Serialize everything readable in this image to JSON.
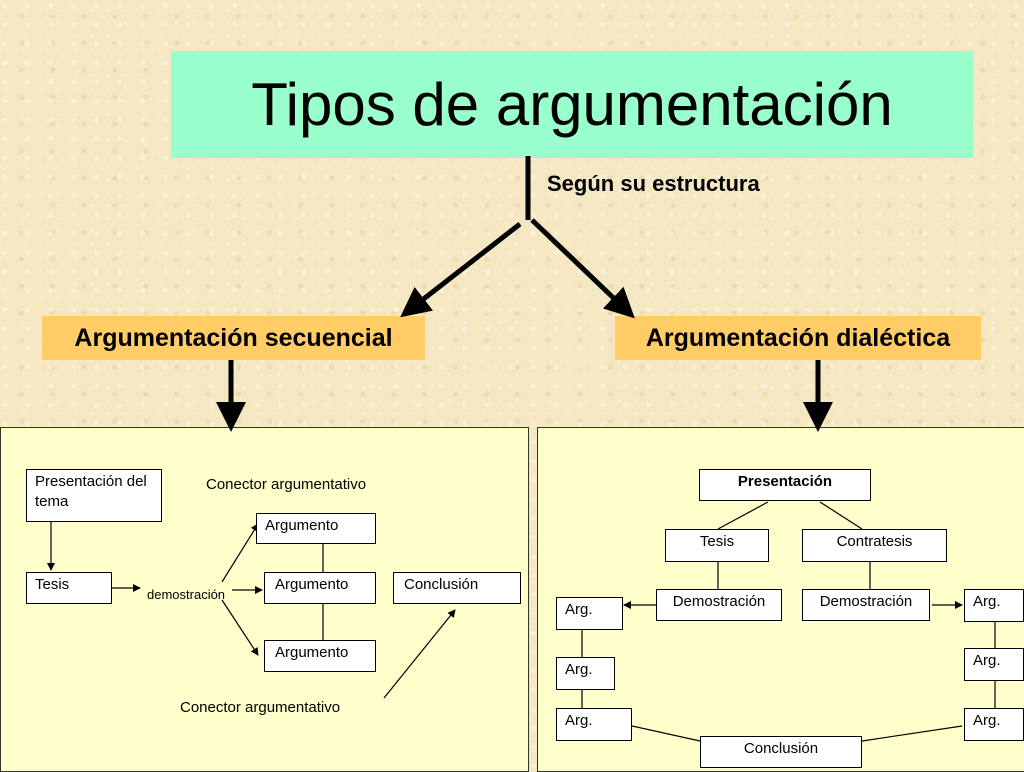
{
  "title": "Tipos de argumentación",
  "subtitle": "Según su estructura",
  "categories": {
    "sequential": "Argumentación secuencial",
    "dialectic": "Argumentación dialéctica"
  },
  "sequential": {
    "presentation": "Presentación del tema",
    "thesis": "Tesis",
    "demonstration": "demostración",
    "connector_top": "Conector  argumentativo",
    "connector_bottom": "Conector  argumentativo",
    "argument_top": "Argumento",
    "argument_middle": "Argumento",
    "argument_bottom": "Argumento",
    "conclusion": "Conclusión"
  },
  "dialectic": {
    "presentation": "Presentación",
    "thesis": "Tesis",
    "antithesis": "Contratesis",
    "demonstration_left": "Demostración",
    "demonstration_right": "Demostración",
    "args_left": [
      "Arg.",
      "Arg.",
      "Arg."
    ],
    "args_right": [
      "Arg.",
      "Arg.",
      "Arg."
    ],
    "conclusion": "Conclusión"
  }
}
